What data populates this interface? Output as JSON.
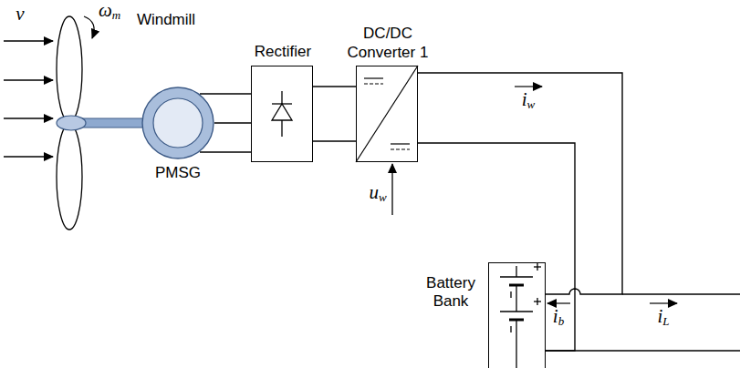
{
  "diagram": {
    "nodes": [
      {
        "text": [
          "PMSG"
        ]
      },
      {
        "text": [
          "Rectifier"
        ]
      },
      {
        "text": [
          "DC/DC Converter 1"
        ]
      },
      {
        "text": [
          "Battery Bank"
        ]
      }
    ],
    "edges": [
      {
        "from": 0,
        "to": 1,
        "arrow": "none"
      },
      {
        "from": 1,
        "to": 2,
        "arrow": "none"
      },
      {
        "from": 2,
        "to": 3,
        "arrow": "none"
      }
    ],
    "labels": [
      "v",
      "ωm",
      "Windmill",
      "uw",
      "iw",
      "ib",
      "iL"
    ]
  }
}
